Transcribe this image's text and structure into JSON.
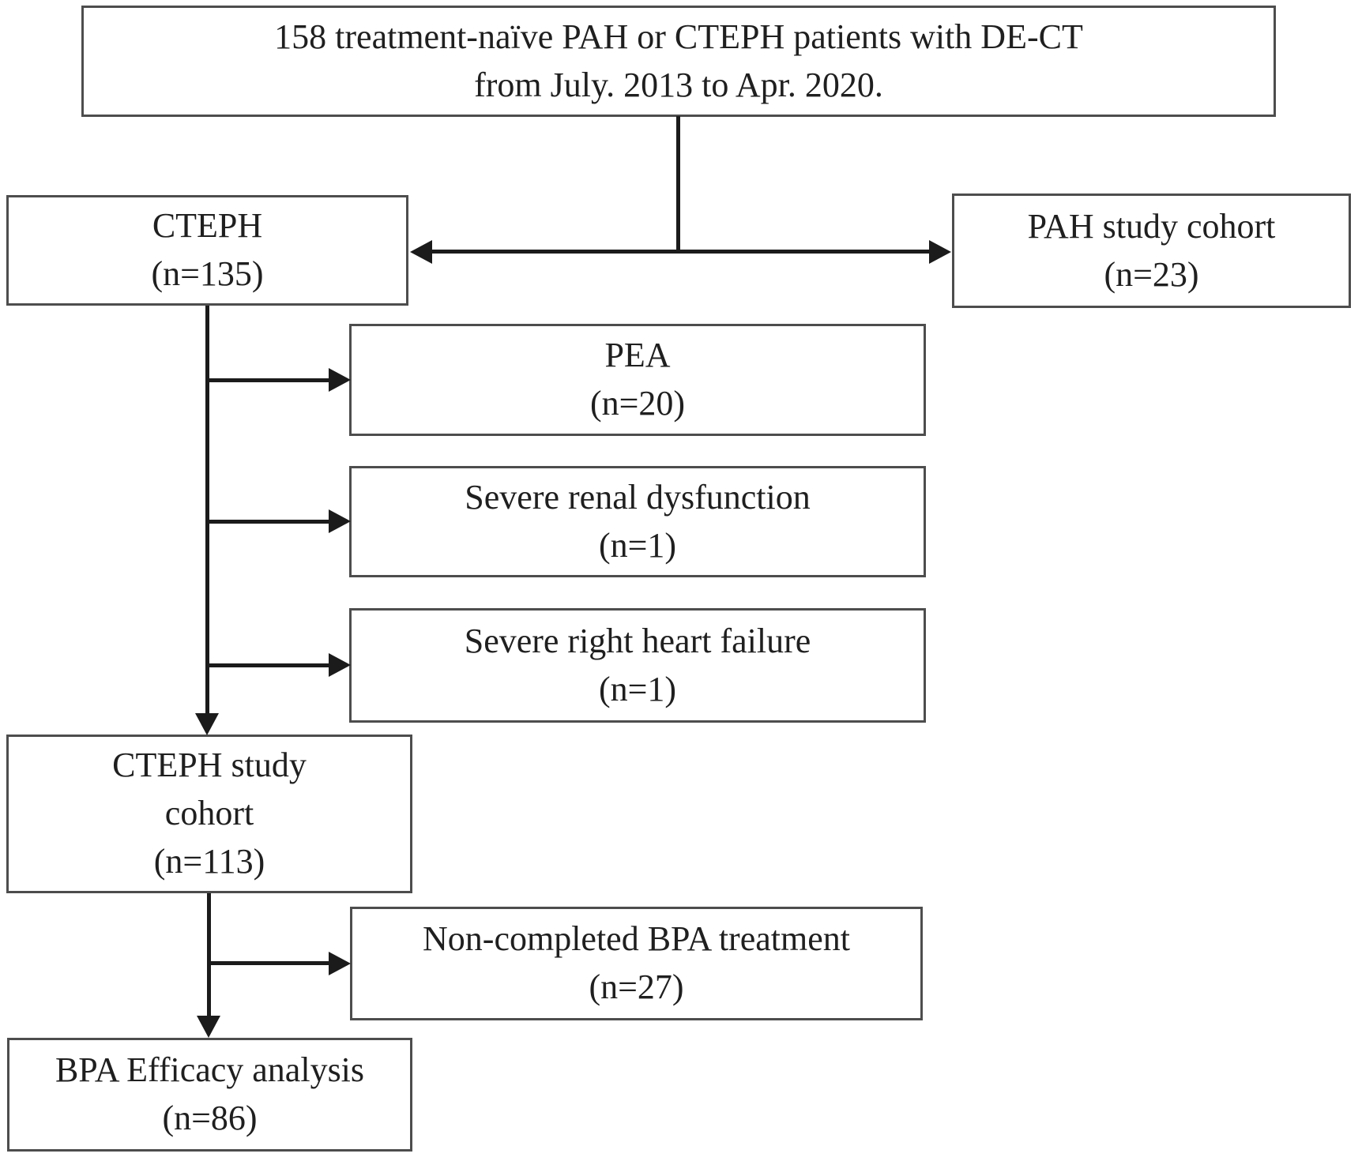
{
  "figure": {
    "background_color": "#ffffff",
    "box_border_color": "#4d4d4d",
    "connector_color": "#1b1b1b",
    "text_color": "#1f1f1f"
  },
  "nodes": {
    "source": {
      "line1": "158 treatment-naïve PAH or CTEPH patients with DE-CT",
      "line2": "from July. 2013 to Apr. 2020."
    },
    "cteph": {
      "label": "CTEPH",
      "count": "(n=135)"
    },
    "pah": {
      "label": "PAH study cohort",
      "count": "(n=23)"
    },
    "pea": {
      "label": "PEA",
      "count": "(n=20)"
    },
    "renal": {
      "label": "Severe renal dysfunction",
      "count": "(n=1)"
    },
    "heart": {
      "label": "Severe right heart failure",
      "count": "(n=1)"
    },
    "cteph_study": {
      "line1": "CTEPH study",
      "line2": "cohort",
      "count": "(n=113)"
    },
    "noncompleted": {
      "label": "Non-completed BPA treatment",
      "count": "(n=27)"
    },
    "efficacy": {
      "label": "BPA Efficacy analysis",
      "count": "(n=86)"
    }
  }
}
